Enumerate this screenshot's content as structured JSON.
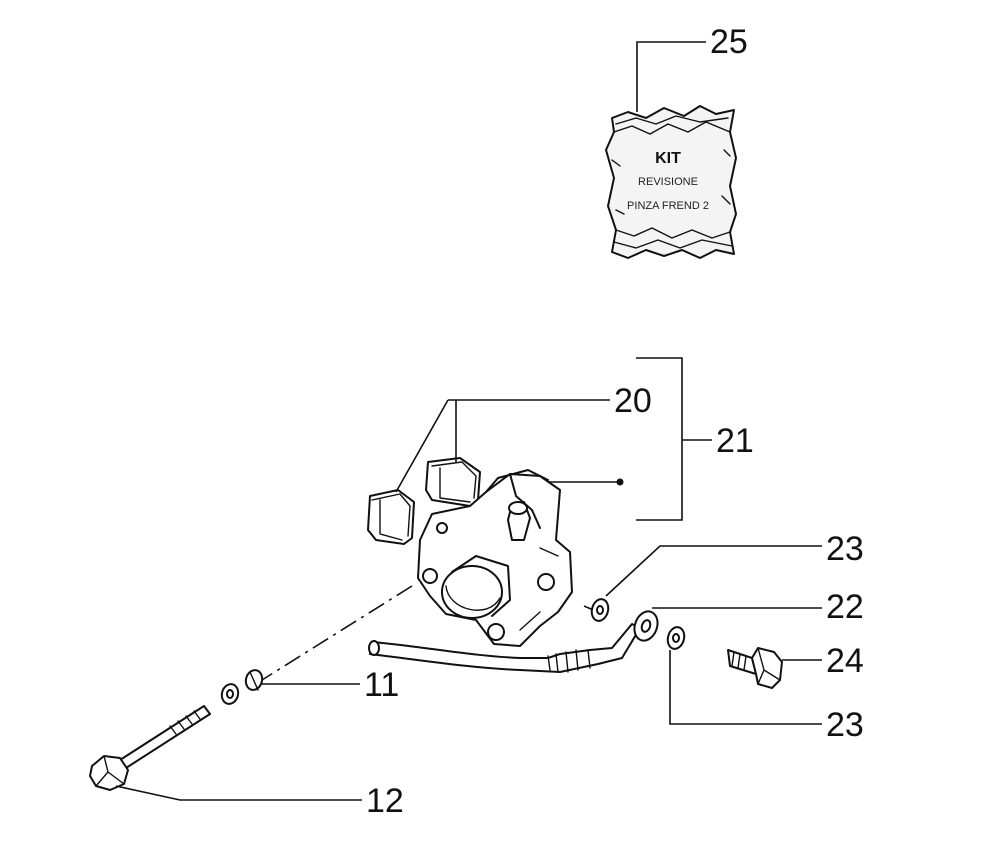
{
  "kit_bag": {
    "title": "KIT",
    "line1": "REVISIONE",
    "line2": "PINZA FREND 2"
  },
  "callouts": {
    "c25": "25",
    "c20": "20",
    "c21": "21",
    "c23_top": "23",
    "c22": "22",
    "c24": "24",
    "c23_bottom": "23",
    "c11": "11",
    "c12": "12"
  }
}
